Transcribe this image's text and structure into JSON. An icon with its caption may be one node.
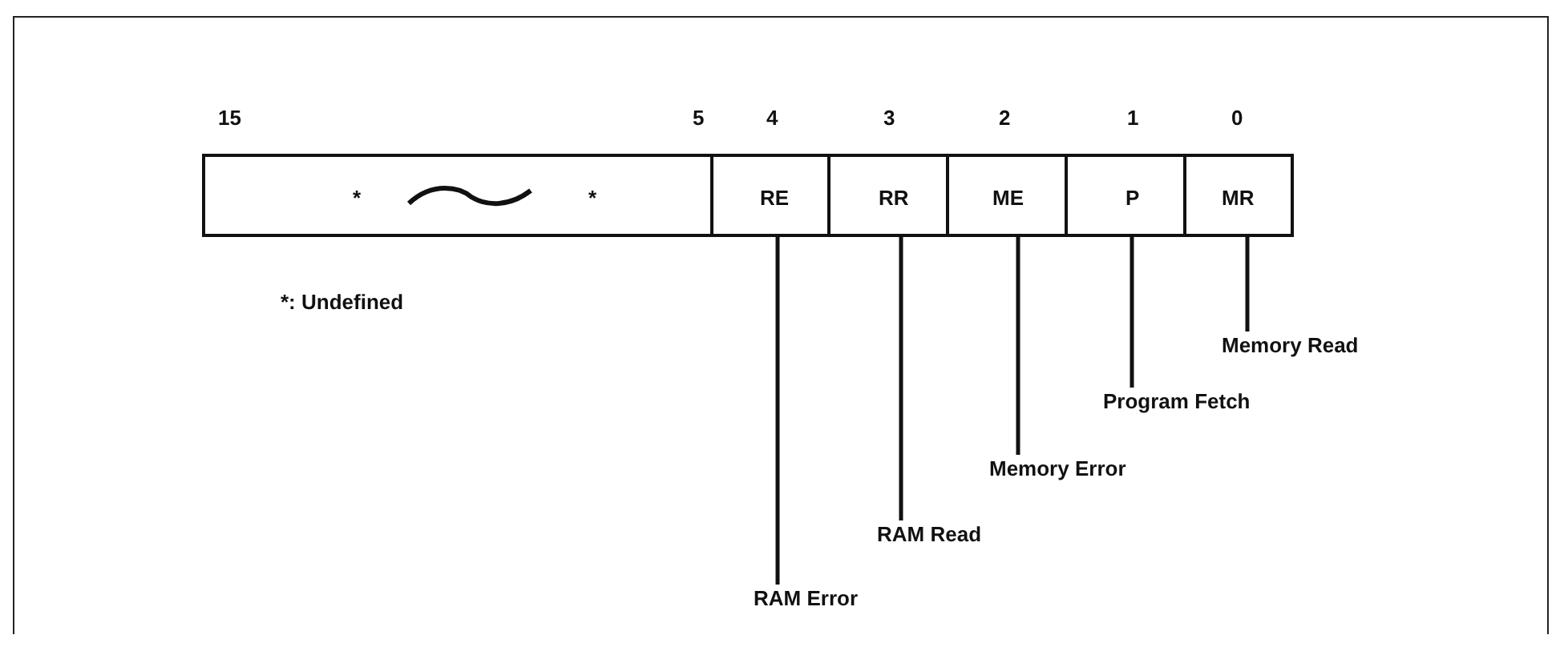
{
  "diagram": {
    "nodes": [
      {
        "text": [
          "*",
          "*"
        ]
      },
      {
        "text": [
          "RE"
        ]
      },
      {
        "text": [
          "RR"
        ]
      },
      {
        "text": [
          "ME"
        ]
      },
      {
        "text": [
          "P"
        ]
      },
      {
        "text": [
          "MR"
        ]
      },
      {
        "text": [
          "RAM Error"
        ]
      },
      {
        "text": [
          "RAM Read"
        ]
      },
      {
        "text": [
          "Memory Error"
        ]
      },
      {
        "text": [
          "Program Fetch"
        ]
      },
      {
        "text": [
          "Memory Read"
        ]
      }
    ],
    "edges": [
      {
        "from": 6,
        "to": 1,
        "arrow": "none"
      },
      {
        "from": 7,
        "to": 2,
        "arrow": "none"
      },
      {
        "from": 8,
        "to": 3,
        "arrow": "none"
      },
      {
        "from": 9,
        "to": 4,
        "arrow": "none"
      },
      {
        "from": 10,
        "to": 5,
        "arrow": "none"
      }
    ],
    "labels": [
      "15",
      "5",
      "4",
      "3",
      "2",
      "1",
      "0",
      "*: Undefined"
    ]
  }
}
